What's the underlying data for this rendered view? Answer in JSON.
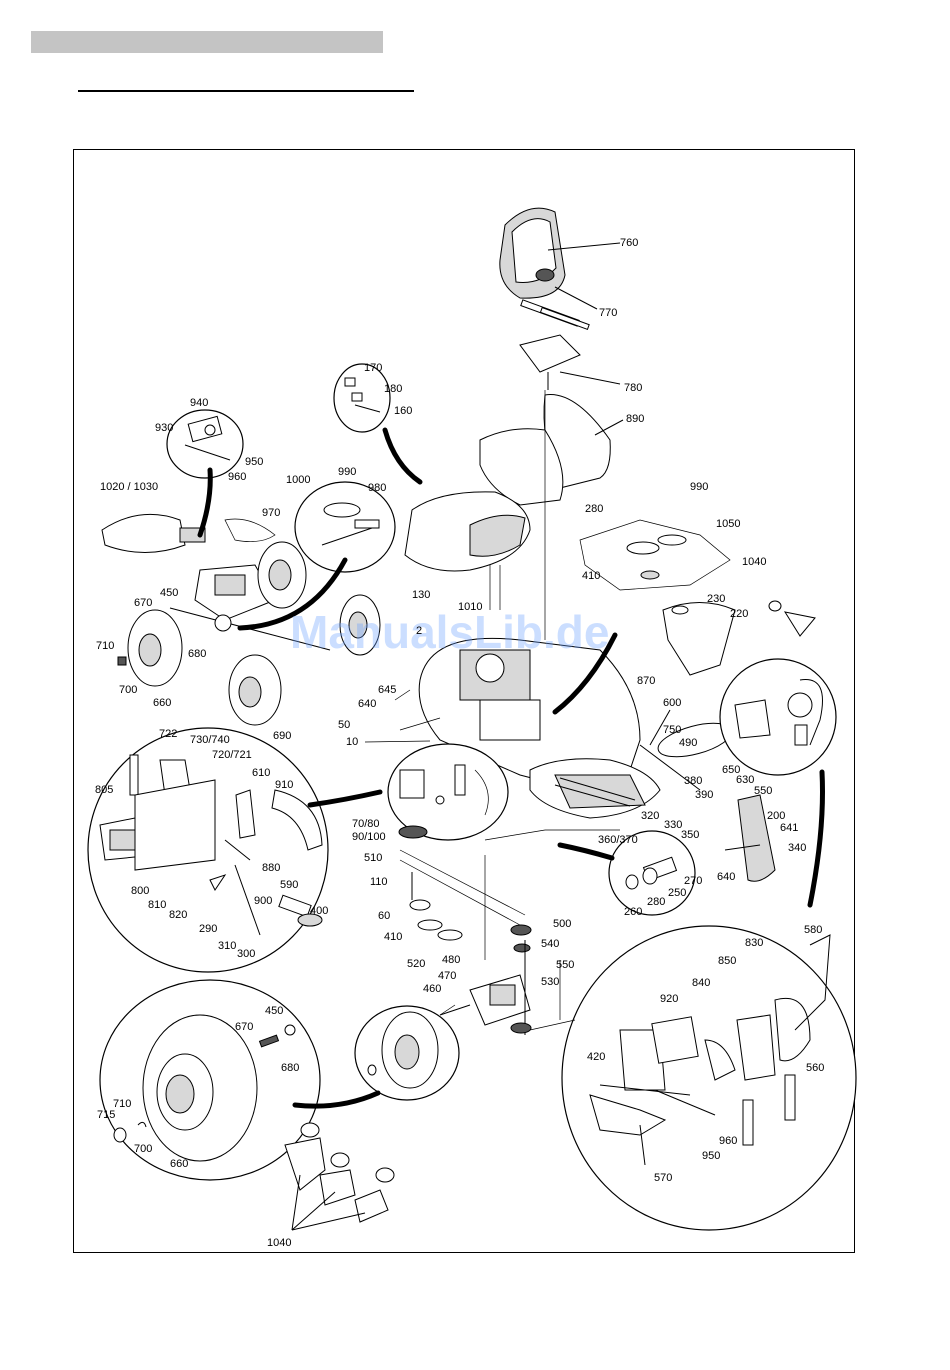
{
  "watermark": "ManualsLib.de",
  "labels": {
    "p760": "760",
    "p770": "770",
    "p780": "780",
    "p890": "890",
    "p170": "170",
    "p180": "180",
    "p160": "160",
    "p940": "940",
    "p930": "930",
    "p950a": "950",
    "p960a": "960",
    "p1020": "1020 / 1030",
    "p970": "970",
    "p990a": "990",
    "p1000": "1000",
    "p980": "980",
    "p990b": "990",
    "p280a": "280",
    "p1050": "1050",
    "p410a": "410",
    "p1040a": "1040",
    "p230": "230",
    "p220": "220",
    "p130": "130",
    "p1010": "1010",
    "p2": "2",
    "p450a": "450",
    "p670a": "670",
    "p680a": "680",
    "p710a": "710",
    "p700a": "700",
    "p660a": "660",
    "p690": "690",
    "p645": "645",
    "p640": "640",
    "p50": "50",
    "p10": "10",
    "p870": "870",
    "p600": "600",
    "p750": "750",
    "p490": "490",
    "p650": "650",
    "p630": "630",
    "p380": "380",
    "p390": "390",
    "p550a": "550",
    "p200": "200",
    "p641": "641",
    "p340": "340",
    "p320": "320",
    "p330": "330",
    "p350": "350",
    "p360": "360/370",
    "p722": "722",
    "p730": "730/740",
    "p720": "720/721",
    "p610": "610",
    "p910": "910",
    "p805": "805",
    "p880": "880",
    "p800": "800",
    "p810": "810",
    "p820": "820",
    "p590": "590",
    "p900": "900",
    "p400": "400",
    "p290": "290",
    "p310": "310",
    "p300": "300",
    "p7080": "70/80",
    "p90100": "90/100",
    "p510": "510",
    "p110": "110",
    "p60": "60",
    "p410b": "410",
    "p520": "520",
    "p500": "500",
    "p540": "540",
    "p550b": "550",
    "p480": "480",
    "p470": "470",
    "p530": "530",
    "p460": "460",
    "p270": "270",
    "p640b": "640",
    "p250": "250",
    "p280b": "280",
    "p260": "260",
    "p580": "580",
    "p830": "830",
    "p850": "850",
    "p840": "840",
    "p920": "920",
    "p420": "420",
    "p560": "560",
    "p960b": "960",
    "p950b": "950",
    "p570": "570",
    "p450b": "450",
    "p670b": "670",
    "p680b": "680",
    "p710b": "710",
    "p715": "715",
    "p700b": "700",
    "p660b": "660",
    "p1040b": "1040"
  }
}
